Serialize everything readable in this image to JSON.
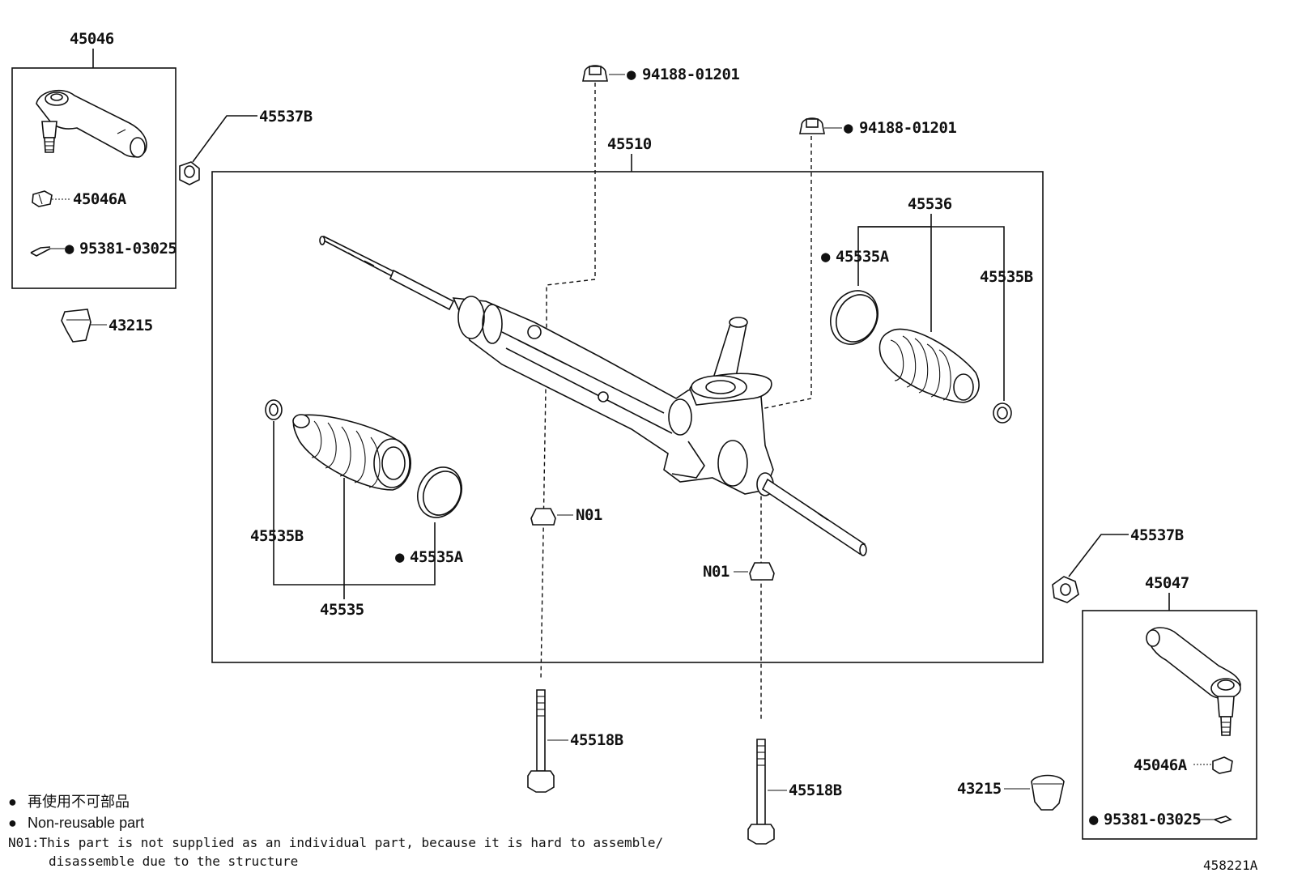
{
  "labels": {
    "tie_rod_end_left": "45046",
    "lock_nut_left": "45537B",
    "nut_left": "45046A",
    "cotter_pin_left": "95381-03025",
    "cap_left": "43215",
    "nut_top_1": "94188-01201",
    "nut_top_2": "94188-01201",
    "gear_assy": "45510",
    "boot_kit_right": "45536",
    "clip_right_a": "45535A",
    "clip_right_b": "45535B",
    "clip_left_b": "45535B",
    "clip_left_a": "45535A",
    "boot_kit_left": "45535",
    "n01_a": "N01",
    "n01_b": "N01",
    "lock_nut_right": "45537B",
    "tie_rod_end_right": "45047",
    "nut_right": "45046A",
    "cotter_pin_right": "95381-03025",
    "cap_right": "43215",
    "bolt_left": "45518B",
    "bolt_right": "45518B"
  },
  "legend": {
    "jp": "再使用不可部品",
    "en": "Non-reusable part",
    "n01_line1": "N01:This part is not supplied as an individual part, because it is hard to assemble/",
    "n01_line2": "disassemble due to the structure"
  },
  "figure_id": "458221A",
  "bullet": "●"
}
